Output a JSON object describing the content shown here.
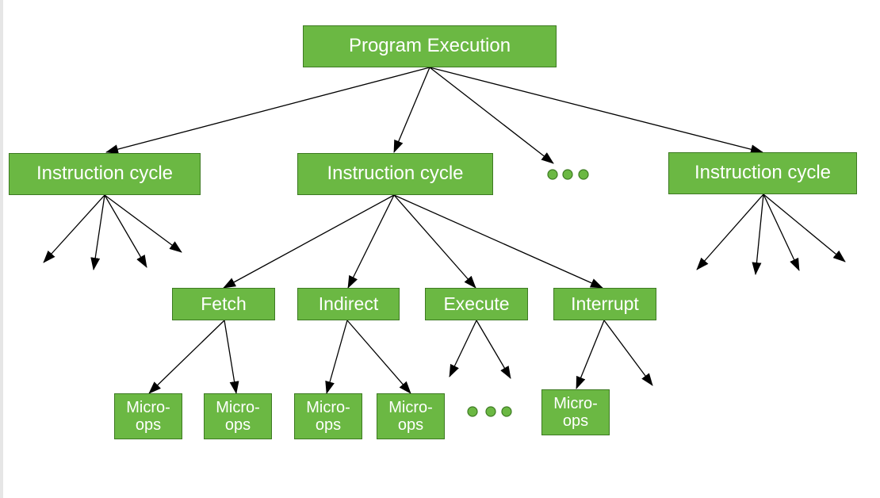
{
  "colors": {
    "node_fill": "#6bb843",
    "node_border": "#3d7a22",
    "text": "#ffffff",
    "edge": "#000000"
  },
  "nodes": {
    "root": "Program Execution",
    "cycle_left": "Instruction cycle",
    "cycle_mid": "Instruction cycle",
    "cycle_right": "Instruction cycle",
    "fetch": "Fetch",
    "indirect": "Indirect",
    "execute": "Execute",
    "interrupt": "Interrupt",
    "micro_1": "Micro-\nops",
    "micro_2": "Micro-\nops",
    "micro_3": "Micro-\nops",
    "micro_4": "Micro-\nops",
    "micro_5": "Micro-\nops"
  },
  "ellipsis_icon": "three-dots"
}
